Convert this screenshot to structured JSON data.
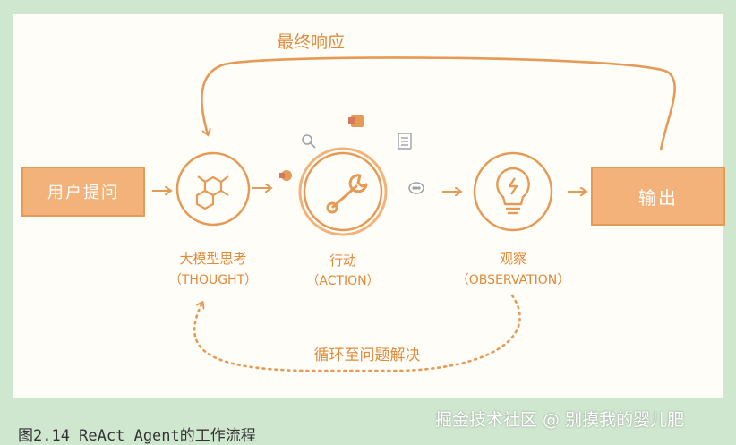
{
  "diagram": {
    "top_label": "最终响应",
    "bottom_label": "循环至问题解决",
    "input_box": "用户提问",
    "output_box": "输出",
    "thought": {
      "title": "大模型思考",
      "subtitle": "（THOUGHT）"
    },
    "action": {
      "title": "行动",
      "subtitle": "（ACTION）"
    },
    "observation": {
      "title": "观察",
      "subtitle": "（OBSERVATION）"
    }
  },
  "caption": "图2.14  ReAct Agent的工作流程",
  "watermark": "掘金技术社区 @ 别摸我的婴儿肥",
  "colors": {
    "accent": "#e59a55",
    "box_fill": "#f3b27a",
    "background": "#cfe6cf"
  }
}
